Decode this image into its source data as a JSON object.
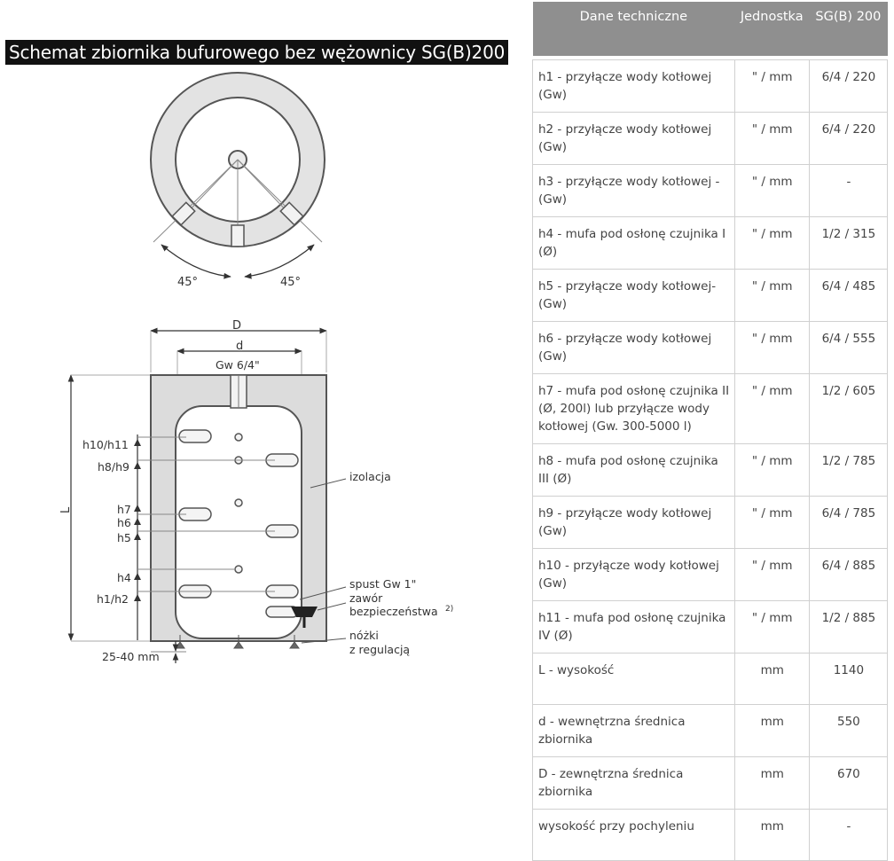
{
  "title": "Schemat zbiornika bufurowego bez wężownicy SG(B)200",
  "diagram": {
    "angle_left": "45°",
    "angle_right": "45°",
    "dim_D": "D",
    "dim_d": "d",
    "dim_gw": "Gw 6/4\"",
    "dim_L": "L",
    "labels": {
      "h10_h11": "h10/h11",
      "h8_h9": "h8/h9",
      "h7": "h7",
      "h6": "h6",
      "h5": "h5",
      "h4": "h4",
      "h1_h2": "h1/h2",
      "izolacja": "izolacja",
      "spust": "spust Gw 1\"",
      "zawor_1": "zawór",
      "zawor_2": "bezpieczeństwa",
      "zawor_sup": "2)",
      "nozki_1": "nóżki",
      "nozki_2": "z regulacją",
      "feet_gap": "25-40 mm"
    }
  },
  "table": {
    "headers": [
      "Dane techniczne",
      "Jednostka",
      "SG(B) 200"
    ],
    "rows": [
      {
        "param": "h1 - przyłącze wody kotłowej (Gw)",
        "unit": "\" / mm",
        "value": "6/4 / 220"
      },
      {
        "param": "h2 - przyłącze wody kotłowej (Gw)",
        "unit": "\" / mm",
        "value": "6/4 / 220"
      },
      {
        "param": "h3 - przyłącze wody kotłowej - (Gw)",
        "unit": "\" / mm",
        "value": "-"
      },
      {
        "param": "h4 - mufa pod osłonę czujnika I (Ø)",
        "unit": "\" / mm",
        "value": "1/2 / 315"
      },
      {
        "param": "h5 - przyłącze wody kotłowej- (Gw)",
        "unit": "\" / mm",
        "value": "6/4 / 485"
      },
      {
        "param": "h6 - przyłącze wody kotłowej (Gw)",
        "unit": "\" / mm",
        "value": "6/4 / 555"
      },
      {
        "param": "h7 - mufa pod osłonę czujnika II (Ø, 200l) lub przyłącze wody kotłowej (Gw. 300-5000 l)",
        "unit": "\" / mm",
        "value": "1/2 / 605"
      },
      {
        "param": "h8 - mufa pod osłonę czujnika III (Ø)",
        "unit": "\" / mm",
        "value": "1/2 / 785"
      },
      {
        "param": "h9 - przyłącze wody kotłowej (Gw)",
        "unit": "\" / mm",
        "value": "6/4 / 785"
      },
      {
        "param": "h10 - przyłącze wody kotłowej (Gw)",
        "unit": "\" / mm",
        "value": "6/4 / 885"
      },
      {
        "param": "h11 - mufa pod osłonę czujnika IV (Ø)",
        "unit": "\" / mm",
        "value": "1/2 / 885"
      },
      {
        "param": "L - wysokość",
        "unit": "mm",
        "value": "1140"
      },
      {
        "param": "d - wewnętrzna średnica zbiornika",
        "unit": "mm",
        "value": "550"
      },
      {
        "param": "D - zewnętrzna średnica zbiornika",
        "unit": "mm",
        "value": "670"
      },
      {
        "param": "wysokość przy pochyleniu",
        "unit": "mm",
        "value": "-"
      }
    ]
  }
}
